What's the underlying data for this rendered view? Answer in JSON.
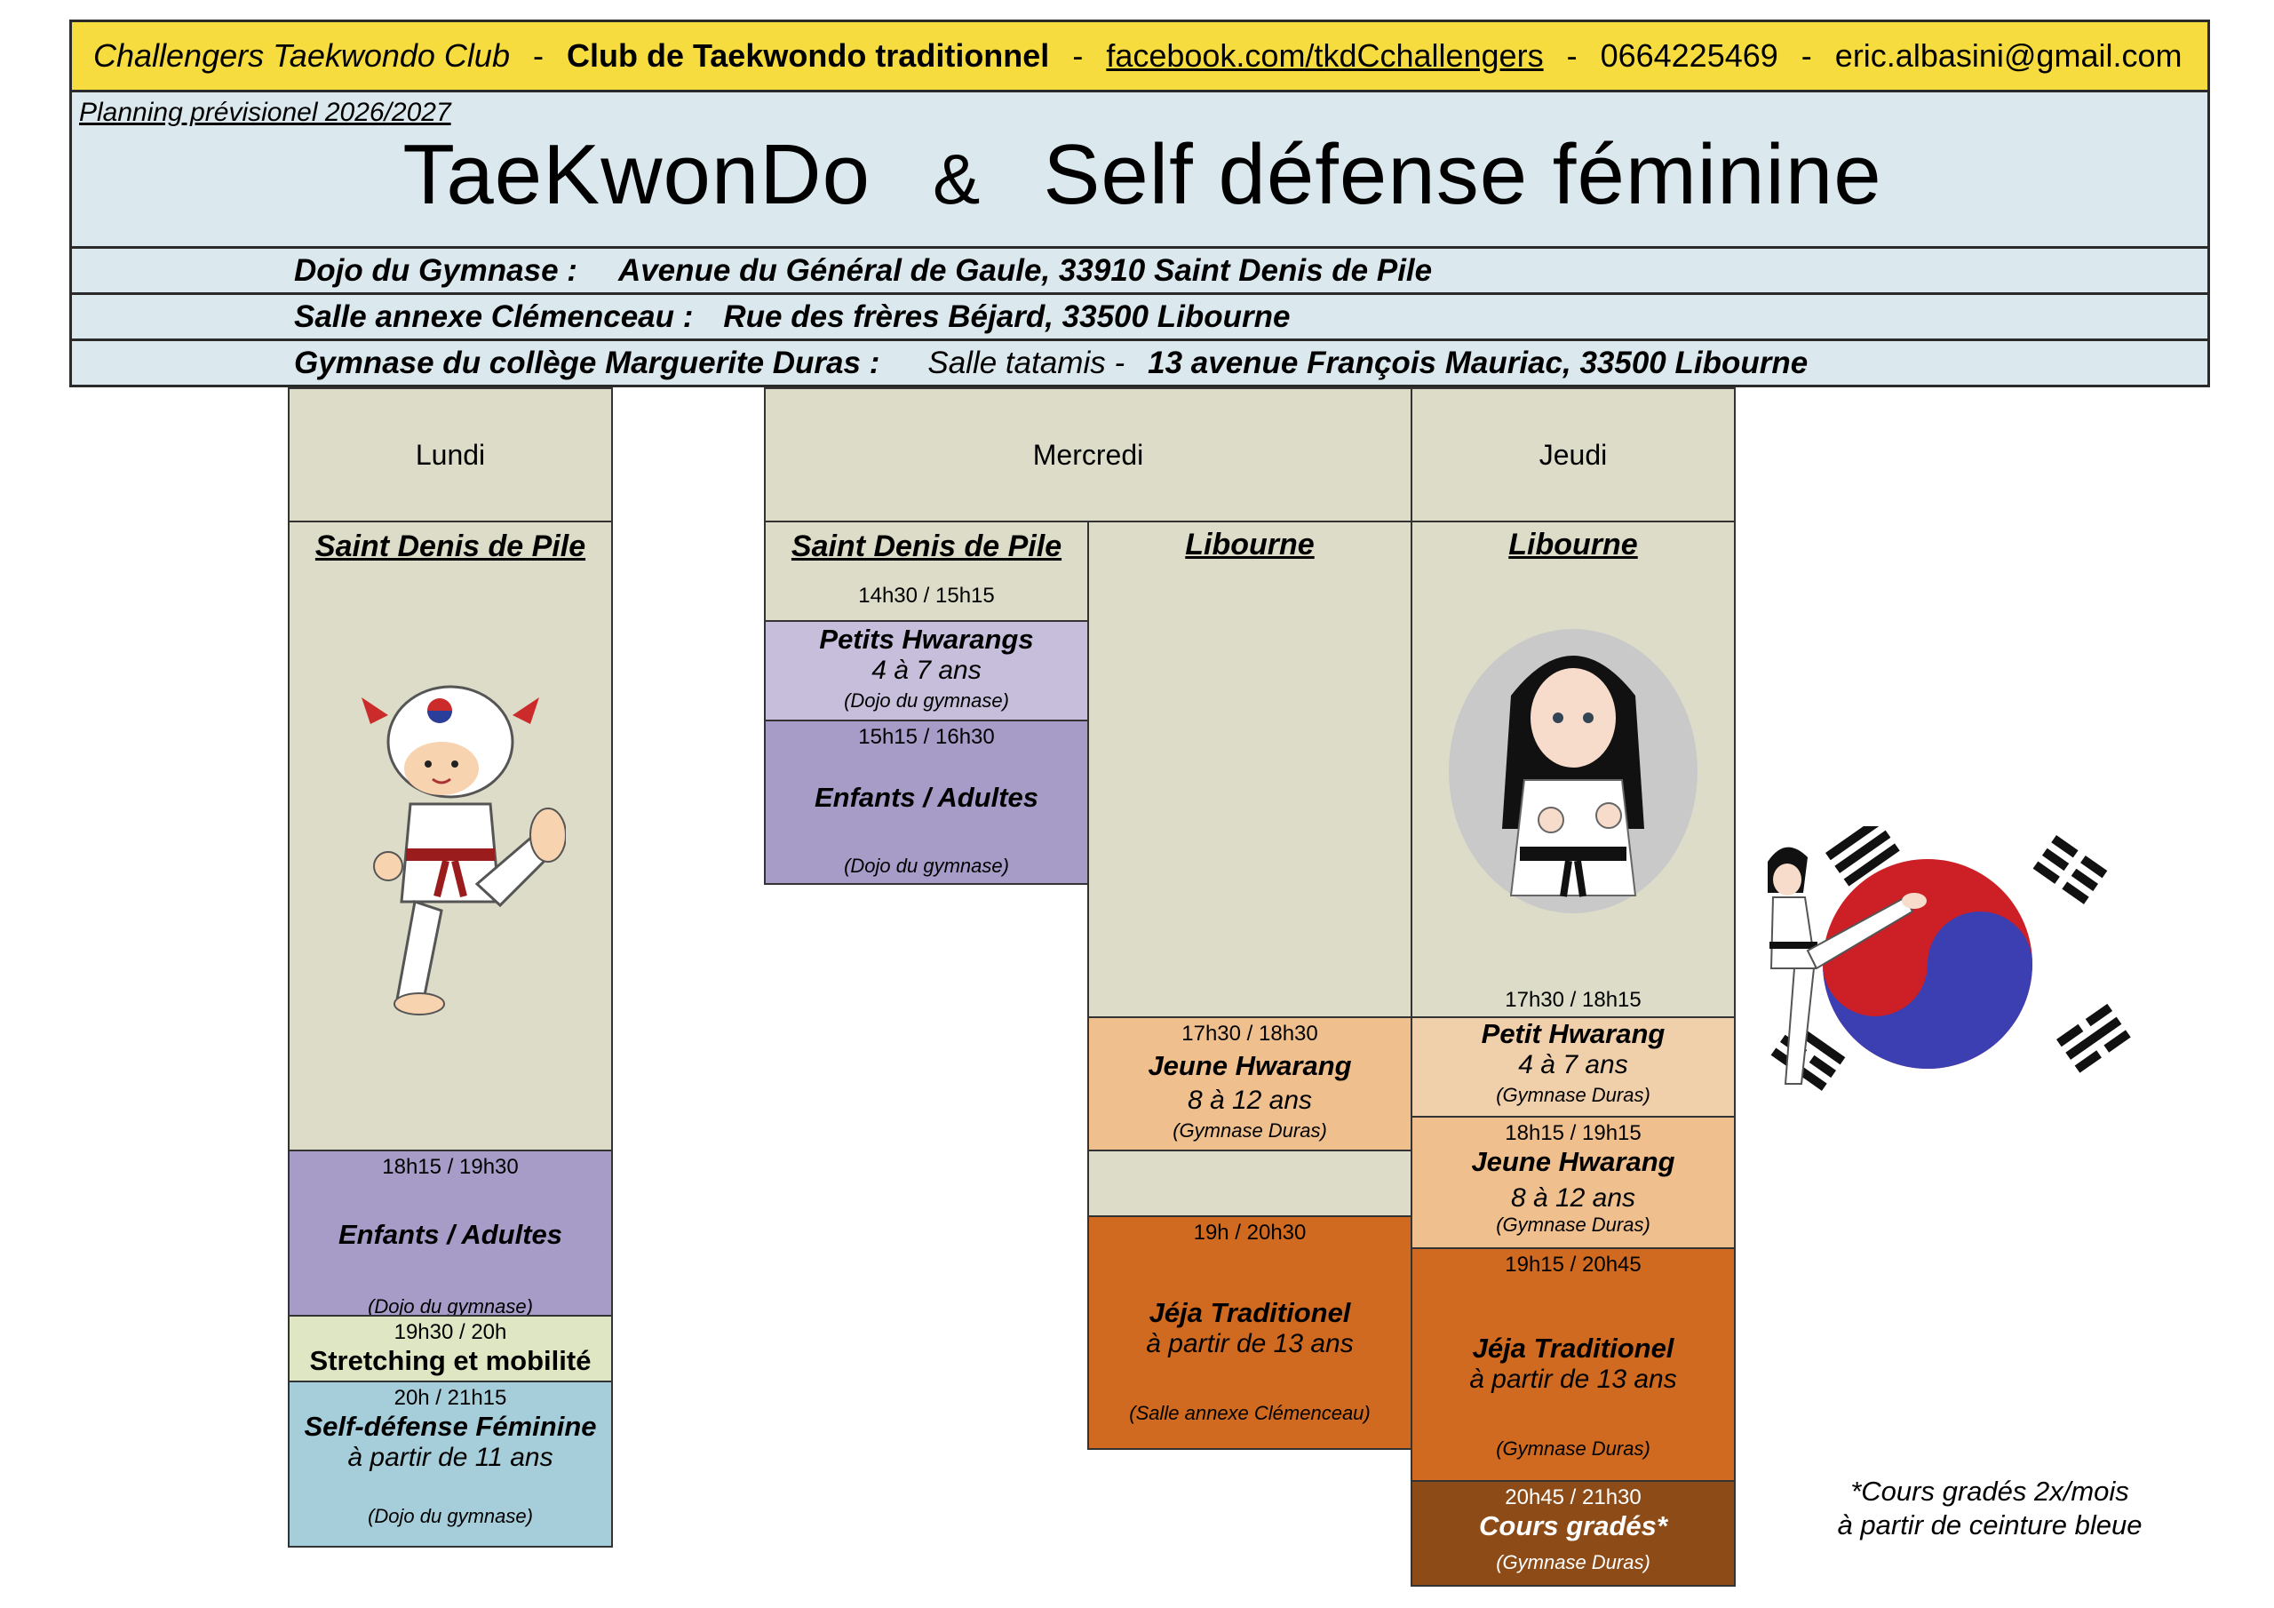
{
  "header": {
    "club_name": "Challengers Taekwondo Club",
    "subtitle": "Club de Taekwondo traditionnel",
    "facebook": "facebook.com/tkdCchallengers",
    "phone": "0664225469",
    "email": "eric.albasini@gmail.com",
    "separator": "-"
  },
  "title": {
    "planning": "Planning prévisionel 2026/2027",
    "left": "TaeKwonDo",
    "amp": "&",
    "right": "Self défense féminine"
  },
  "addresses": [
    {
      "name": "Dojo du Gymnase  :",
      "extra": "",
      "address": "Avenue du Général de Gaule, 33910 Saint Denis de Pile"
    },
    {
      "name": "Salle annexe Clémenceau :",
      "extra": "",
      "address": "Rue des frères Béjard, 33500 Libourne"
    },
    {
      "name": "Gymnase du collège Marguerite Duras :",
      "extra": "Salle tatamis  -",
      "address": "13 avenue François Mauriac, 33500 Libourne"
    }
  ],
  "days": {
    "lundi": "Lundi",
    "mercredi": "Mercredi",
    "jeudi": "Jeudi"
  },
  "locations": {
    "lundi": "Saint Denis de Pile",
    "mercredi_1": "Saint Denis de Pile",
    "mercredi_2": "Libourne",
    "jeudi": "Libourne"
  },
  "slots": {
    "lun_1": {
      "time": "18h15 / 19h30",
      "name": "Enfants / Adultes",
      "age": "",
      "place": "(Dojo du gymnase)"
    },
    "lun_2": {
      "time": "19h30 / 20h",
      "name": "Stretching et mobilité",
      "age": "",
      "place": ""
    },
    "lun_3": {
      "time": "20h / 21h15",
      "name": "Self-défense Féminine",
      "age": "à partir de 11 ans",
      "place": "(Dojo du gymnase)"
    },
    "mer_1": {
      "time": "14h30 / 15h15",
      "name": "Petits Hwarangs",
      "age": "4 à 7 ans",
      "place": "(Dojo du gymnase)"
    },
    "mer_2": {
      "time": "15h15 / 16h30",
      "name": "Enfants / Adultes",
      "age": "",
      "place": "(Dojo du gymnase)"
    },
    "mer_3": {
      "time": "17h30 / 18h30",
      "name": "Jeune Hwarang",
      "age": "8 à 12 ans",
      "place": "(Gymnase Duras)"
    },
    "mer_4": {
      "time": "19h / 20h30",
      "name": "Jéja Traditionel",
      "age": "à partir de 13 ans",
      "place": "(Salle annexe Clémenceau)"
    },
    "jeu_1": {
      "time": "17h30 / 18h15",
      "name": "Petit Hwarang",
      "age": "4 à 7 ans",
      "place": "(Gymnase Duras)"
    },
    "jeu_2": {
      "time": "18h15 / 19h15",
      "name": "Jeune Hwarang",
      "age": "8 à 12 ans",
      "place": "(Gymnase Duras)"
    },
    "jeu_3": {
      "time": "19h15 / 20h45",
      "name": "Jéja Traditionel",
      "age": "à partir de 13 ans",
      "place": "(Gymnase Duras)"
    },
    "jeu_4": {
      "time": "20h45 / 21h30",
      "name": "Cours gradés*",
      "age": "",
      "place": "(Gymnase Duras)"
    }
  },
  "note": {
    "line1": "*Cours gradés 2x/mois",
    "line2": "à partir de ceinture bleue"
  },
  "colors": {
    "header_yellow": "#f7dc3f",
    "title_blue": "#dbe8ee",
    "column_beige": "#dcdcc8",
    "purple": "#a79cc8",
    "peach": "#f0cfab",
    "orange": "#cf6a20",
    "brown": "#8d4c17",
    "light_blue": "#a6ceda"
  }
}
